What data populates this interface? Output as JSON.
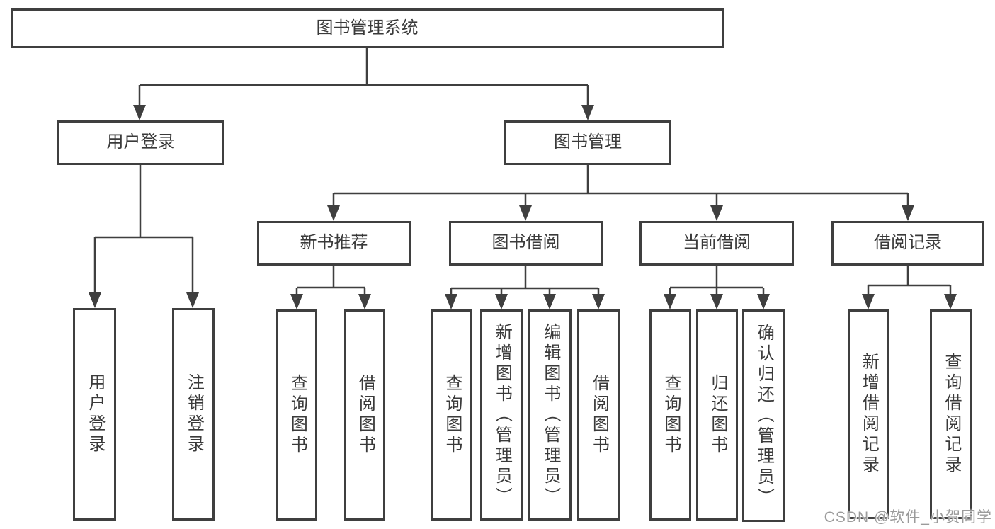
{
  "diagram": {
    "root": {
      "label": "图书管理系统"
    },
    "branches": [
      {
        "label": "用户登录",
        "children": [
          {
            "label": "用户登录"
          },
          {
            "label": "注销登录"
          }
        ]
      },
      {
        "label": "图书管理",
        "children": [
          {
            "label": "新书推荐",
            "children": [
              {
                "label": "查询图书"
              },
              {
                "label": "借阅图书"
              }
            ]
          },
          {
            "label": "图书借阅",
            "children": [
              {
                "label": "查询图书"
              },
              {
                "label": "新增图书（管理员）"
              },
              {
                "label": "编辑图书（管理员）"
              },
              {
                "label": "借阅图书"
              }
            ]
          },
          {
            "label": "当前借阅",
            "children": [
              {
                "label": "查询图书"
              },
              {
                "label": "归还图书"
              },
              {
                "label": "确认归还（管理员）"
              }
            ]
          },
          {
            "label": "借阅记录",
            "children": [
              {
                "label": "新增借阅记录"
              },
              {
                "label": "查询借阅记录"
              }
            ]
          }
        ]
      }
    ]
  },
  "watermark": {
    "text": "CSDN @软件_小贺同学",
    "color": "#9b9b9b"
  },
  "colors": {
    "line": "#3f3f3f",
    "text": "#3a3a3a",
    "background": "#ffffff"
  }
}
